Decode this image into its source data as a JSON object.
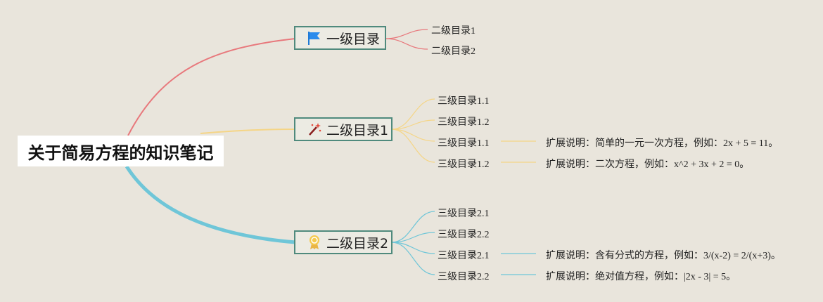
{
  "root": {
    "title": "关于简易方程的知识笔记"
  },
  "branches": [
    {
      "label": "一级目录",
      "icon": "flag-icon",
      "color": "#e8787c",
      "children": [
        "二级目录1",
        "二级目录2"
      ]
    },
    {
      "label": "二级目录1",
      "icon": "magic-wand-icon",
      "color": "#f5d586",
      "children": [
        "三级目录1.1",
        "三级目录1.2",
        "三级目录1.1",
        "三级目录1.2"
      ],
      "notes": [
        "扩展说明：简单的一元一次方程，例如：2x + 5 = 11。",
        "扩展说明：二次方程，例如：x^2 + 3x + 2 = 0。"
      ]
    },
    {
      "label": "二级目录2",
      "icon": "award-ribbon-icon",
      "color": "#6fc6d8",
      "children": [
        "三级目录2.1",
        "三级目录2.2",
        "三级目录2.1",
        "三级目录2.2"
      ],
      "notes": [
        "扩展说明：含有分式的方程，例如：3/(x-2) = 2/(x+3)。",
        "扩展说明：绝对值方程，例如：|2x - 3| = 5。"
      ]
    }
  ]
}
